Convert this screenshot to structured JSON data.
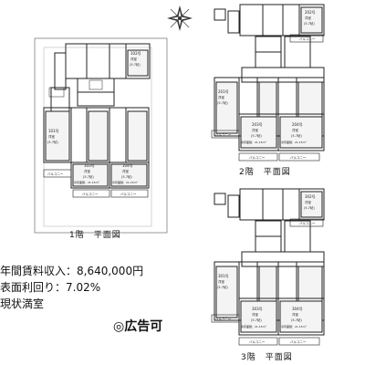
{
  "floors": [
    {
      "label": "1階　平面図",
      "rooms": [
        {
          "number": "101号",
          "type": "洋室",
          "size": "(5.7帖)"
        },
        {
          "number": "102号",
          "type": "洋室",
          "size": "(5.7帖)"
        },
        {
          "number": "103号",
          "type": "洋室",
          "size": "(5.7帖)"
        },
        {
          "number": "104号",
          "type": "洋室",
          "size": "(5.7帖)"
        }
      ],
      "room_area": "専有面積：21.15m²",
      "balcony": "バルコニー"
    },
    {
      "label": "2階　平面図",
      "rooms": [
        {
          "number": "201号",
          "type": "洋室",
          "size": "(5.7帖)"
        },
        {
          "number": "202号",
          "type": "洋室",
          "size": "(5.7帖)"
        },
        {
          "number": "203号",
          "type": "洋室",
          "size": "(5.7帖)"
        },
        {
          "number": "204号",
          "type": "洋室",
          "size": "(5.7帖)"
        }
      ],
      "room_area": "専有面積：21.15m²",
      "balcony": "バルコニー"
    },
    {
      "label": "3階　平面図",
      "rooms": [
        {
          "number": "301号",
          "type": "洋室",
          "size": "(5.7帖)"
        },
        {
          "number": "302号",
          "type": "洋室",
          "size": "(5.7帖)"
        },
        {
          "number": "303号",
          "type": "洋室",
          "size": "(5.7帖)"
        },
        {
          "number": "304号",
          "type": "洋室",
          "size": "(5.7帖)"
        }
      ],
      "room_area": "専有面積：21.15m²",
      "balcony": "バルコニー"
    }
  ],
  "info": {
    "annual_income": "年間賃料収入：8,640,000円",
    "yield": "表面利回り：7.02%",
    "status": "現状満室"
  },
  "ad_note": "◎広告可",
  "icons": {
    "compass": "compass-rose-icon"
  }
}
